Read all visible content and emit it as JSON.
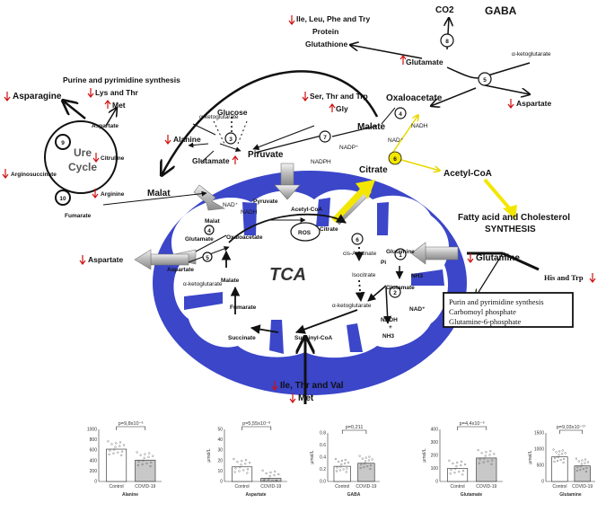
{
  "diagram": {
    "top": {
      "co2": "CO2",
      "gaba": "GABA",
      "aa_list": "Ile, Leu, Phe and Try",
      "protein": "Protein",
      "glutathione": "Glutathione",
      "glutamate": "Glutamate",
      "a_kg": "α-ketoglutarate",
      "aspartate": "Aspartate",
      "oxaloacetate": "Oxaloacetate",
      "nadh": "NADH",
      "nad": "NAD⁺",
      "step8": "8",
      "step5": "5",
      "step4": "4"
    },
    "urea": {
      "title": "Purine and pyrimidine synthesis",
      "lys_thr": "Lys and Thr",
      "met": "Met",
      "asparagine": "Asparagine",
      "aspartate": "Aspartate",
      "citruline": "Citruline",
      "arginosuccinate": "Arginosuccinate",
      "arginine": "Arginine",
      "fumarate": "Fumarate",
      "ure": "Ure",
      "cycle": "Cycle",
      "step9": "9",
      "step10": "10"
    },
    "middle": {
      "glucose": "Glucose",
      "ser_thr_trp": "Ser, Thr and Trp",
      "gly": "Gly",
      "malate_top": "Malate",
      "a_kg": "α-ketoglutarate",
      "alanine": "Alanine",
      "glutamate": "Glutamate",
      "piruvate": "Piruvate",
      "nadph": "NADPH",
      "nadp": "NADP⁺",
      "step3": "3",
      "step7": "7",
      "citrate": "Citrate",
      "step6": "6",
      "acetyl_coa": "Acetyl-CoA",
      "fatty1": "Fatty acid and Cholesterol",
      "fatty2": "SYNTHESIS",
      "malat": "Malat"
    },
    "mito": {
      "tca": "TCA",
      "ros": "ROS",
      "pyruvate": "Pyruvate",
      "acetyl_coa": "Acetyl-CoA",
      "nad": "NAD⁺",
      "nadh": "NADH",
      "malat": "Malat",
      "oxaloacetate": "Oxaloacetate",
      "glutamate": "Glutamate",
      "aspartate": "Aspartate",
      "a_kg_left": "α-ketoglutarate",
      "malate": "Malate",
      "fumarate": "Fumarate",
      "succinate": "Succinate",
      "succinyl_coa": "Succinyl-CoA",
      "a_kg_right": "α-ketoglutarate",
      "isocitrate": "Isocitrate",
      "cis_aconitate": "cis-Acotinate",
      "citrate": "Citrate",
      "glutamine": "Glutamine",
      "glutamate_r": "Glutamate",
      "pi": "Pi",
      "nh3": "NH3",
      "nadh_plus": "NADH",
      "plus": "+",
      "nh3_b": "NH3",
      "nad_r": "NAD⁺",
      "step1": "1",
      "step2": "2",
      "step4": "4",
      "step5": "5",
      "step6": "6"
    },
    "right": {
      "glutamine": "Glutamine",
      "his_trp": "His and Trp",
      "box1": "Purin and pyrimidine synthesis",
      "box2": "Carbomoyl phosphate",
      "box3": "Glutamine-6-phosphate"
    },
    "left": {
      "aspartate": "Aspartate"
    },
    "bottom": {
      "ile_thr_val": "Ile, Thr and Val",
      "met": "Met"
    },
    "colors": {
      "mito_blue": "#3b46c9",
      "arrow_yellow": "#f3e600",
      "down_red": "#d01010"
    }
  },
  "chart_data": [
    {
      "type": "bar",
      "title": "Alanine",
      "pvalue": "p=9,8x10⁻⁶",
      "categories": [
        "Control",
        "COVID-19"
      ],
      "values": [
        620,
        410
      ],
      "ylim": [
        0,
        1000
      ],
      "yticks": [
        "0",
        "200",
        "400",
        "600",
        "800",
        "1000"
      ],
      "ylabel": ""
    },
    {
      "type": "bar",
      "title": "Aspartate",
      "pvalue": "p=5,55x10⁻⁸",
      "categories": [
        "Control",
        "COVID-19"
      ],
      "values": [
        14,
        3
      ],
      "ylim": [
        0,
        50
      ],
      "yticks": [
        "0",
        "10",
        "20",
        "30",
        "40",
        "50"
      ],
      "ylabel": "µmol/L"
    },
    {
      "type": "bar",
      "title": "GABA",
      "pvalue": "p=0,211",
      "categories": [
        "Control",
        "COVID-19"
      ],
      "values": [
        0.25,
        0.3
      ],
      "ylim": [
        0,
        0.8
      ],
      "yticks": [
        "0.0",
        "0.2",
        "0.4",
        "0.6",
        "0.8"
      ],
      "ylabel": "µmol/L"
    },
    {
      "type": "bar",
      "title": "Glutamate",
      "pvalue": "p=4,4x10⁻⁹",
      "categories": [
        "Control",
        "COVID-19"
      ],
      "values": [
        100,
        180
      ],
      "ylim": [
        0,
        400
      ],
      "yticks": [
        "0",
        "100",
        "200",
        "300",
        "400"
      ],
      "ylabel": "µmol/L"
    },
    {
      "type": "bar",
      "title": "Glutamine",
      "pvalue": "p=9,03x10⁻¹⁷",
      "categories": [
        "Control",
        "COVID-19"
      ],
      "values": [
        760,
        480
      ],
      "ylim": [
        0,
        1500
      ],
      "yticks": [
        "0",
        "500",
        "1000",
        "1500"
      ],
      "ylabel": "µmol/L"
    }
  ]
}
